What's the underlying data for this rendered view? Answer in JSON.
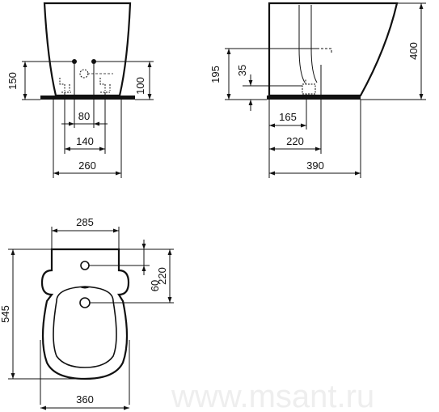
{
  "front_view": {
    "dimensions": [
      "150",
      "100",
      "80",
      "140",
      "260"
    ]
  },
  "side_view": {
    "dimensions": [
      "195",
      "35",
      "400",
      "165",
      "220",
      "390"
    ]
  },
  "top_view": {
    "dimensions": [
      "285",
      "220",
      "60",
      "545",
      "360"
    ]
  },
  "watermark": "www.msant.ru"
}
